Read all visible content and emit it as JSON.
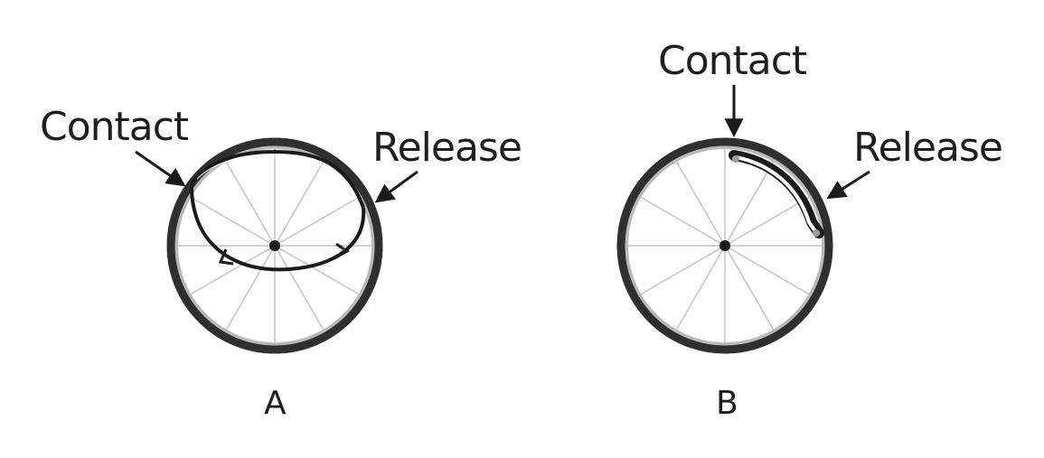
{
  "panels": [
    {
      "id": "A",
      "letter": "A",
      "contact_label": "Contact",
      "release_label": "Release",
      "spoke_count": 12
    },
    {
      "id": "B",
      "letter": "B",
      "contact_label": "Contact",
      "release_label": "Release",
      "spoke_count": 12
    }
  ],
  "colors": {
    "tire": "#2f2f2f",
    "rim": "#b9b9b9",
    "spokes": "#c4c4c4",
    "stroke_path": "#1a1a1a",
    "text": "#1e1e1e",
    "background": "#ffffff"
  }
}
